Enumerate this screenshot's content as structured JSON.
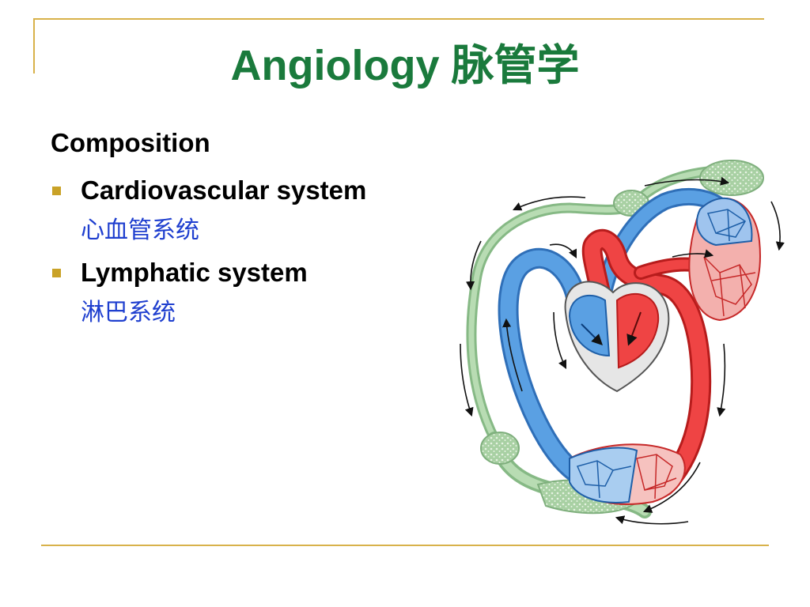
{
  "slide": {
    "title": "Angiology 脉管学",
    "section_heading": "Composition",
    "items": [
      {
        "label": "Cardiovascular system",
        "sub": "心血管系统"
      },
      {
        "label": "Lymphatic system",
        "sub": "淋巴系统"
      }
    ]
  },
  "colors": {
    "title": "#1a7a3c",
    "bullet": "#c9a227",
    "frame": "#d8b24a",
    "sub_text": "#1f3fcf",
    "venous_blue": "#4a8fd6",
    "arterial_red": "#e53935",
    "lymph_green": "#9cc79a"
  },
  "figure": {
    "subject": "circulatory-system-diagram",
    "icons": [
      "heart-icon",
      "circulation-arrow-icon"
    ]
  }
}
